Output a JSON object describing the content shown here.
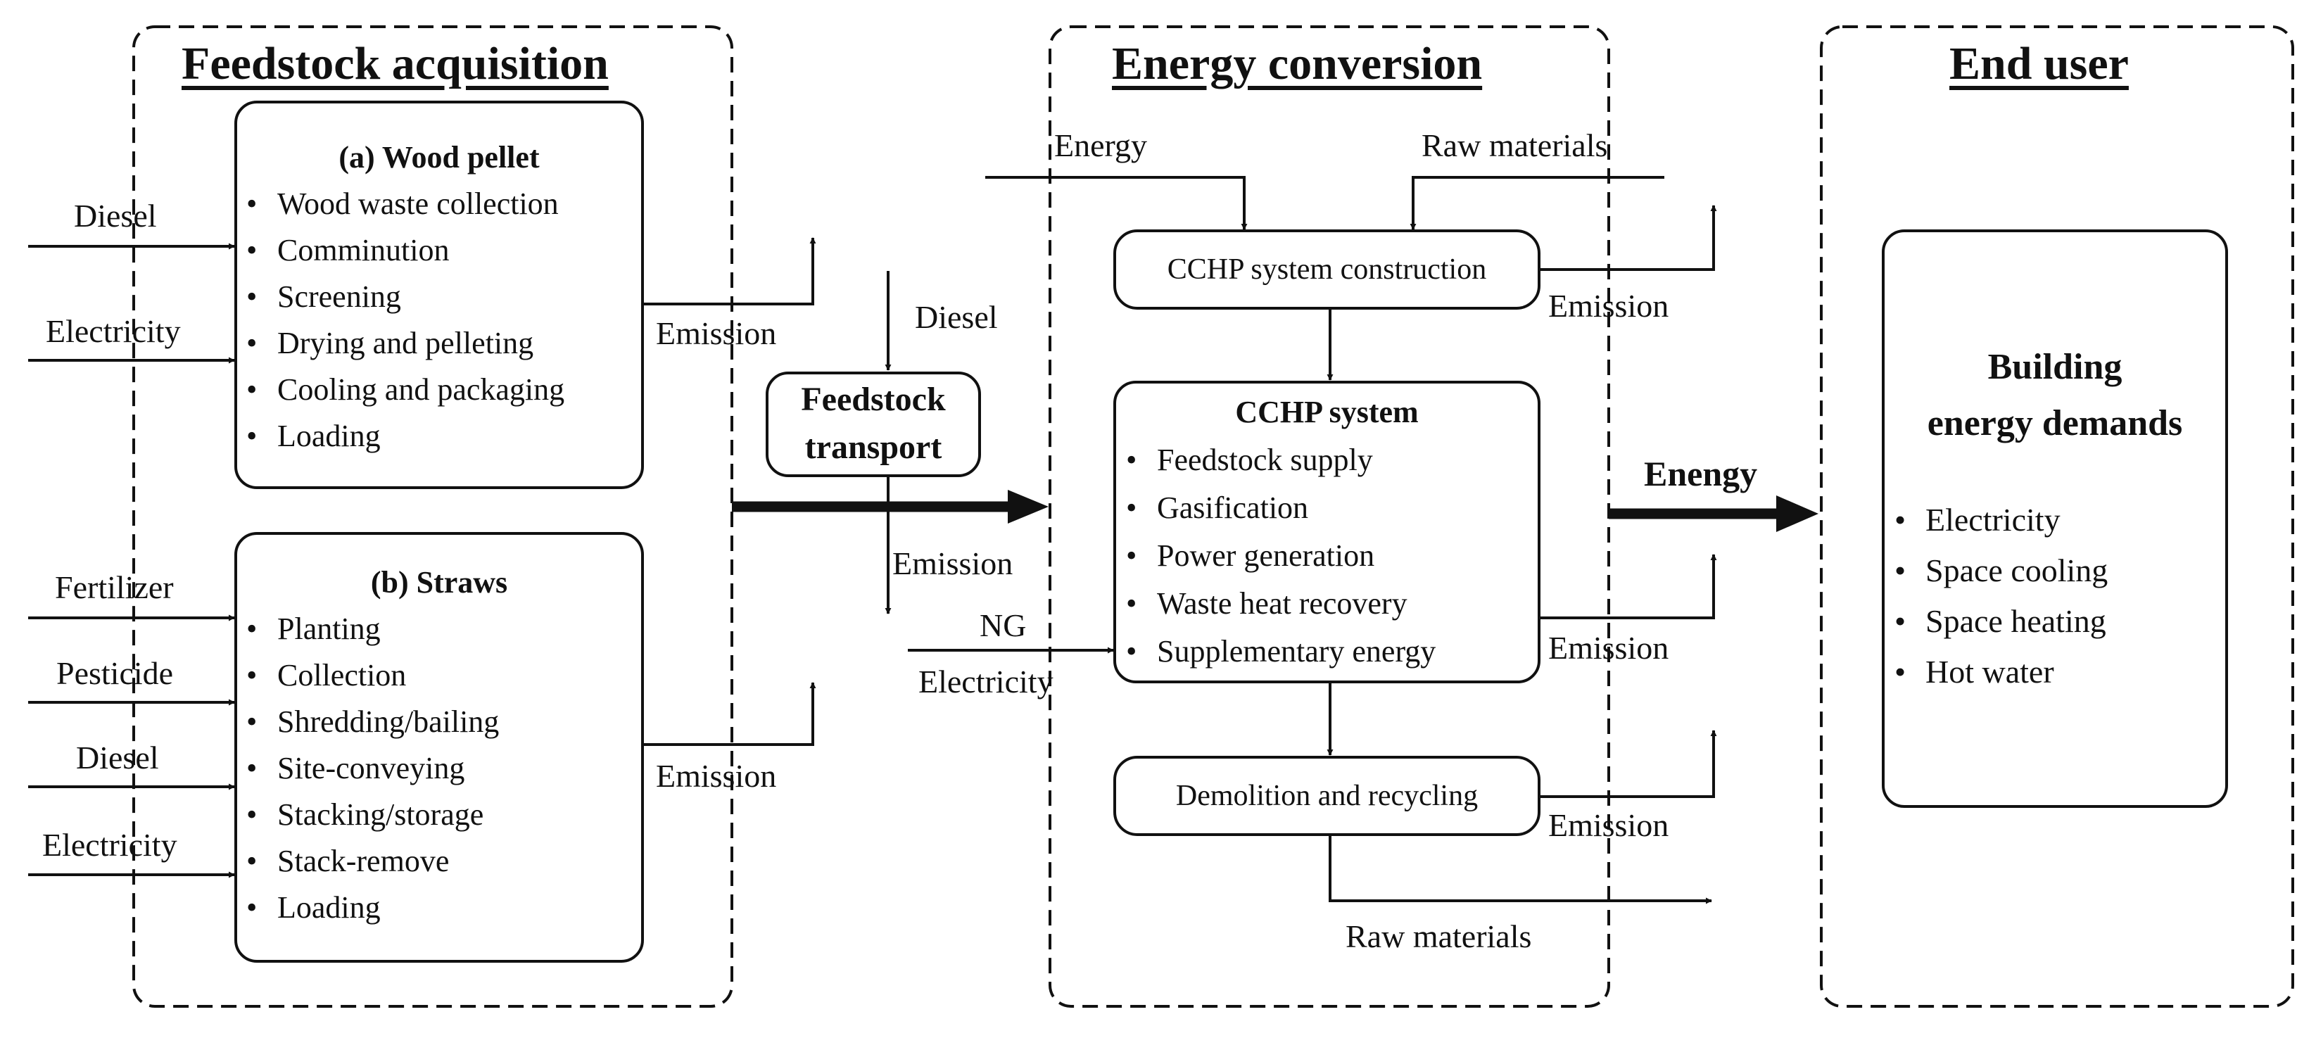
{
  "sections": {
    "feedstock": "Feedstock acquisition",
    "conversion": "Energy conversion",
    "end_user": "End user"
  },
  "wood": {
    "title": "(a) Wood pellet",
    "items": [
      "Wood waste collection",
      "Comminution",
      "Screening",
      "Drying and pelleting",
      "Cooling and packaging",
      "Loading"
    ],
    "inputs": [
      "Diesel",
      "Electricity"
    ],
    "emission": "Emission"
  },
  "straws": {
    "title": "(b) Straws",
    "items": [
      "Planting",
      "Collection",
      "Shredding/bailing",
      "Site-conveying",
      "Stacking/storage",
      "Stack-remove",
      "Loading"
    ],
    "inputs": [
      "Fertilizer",
      "Pesticide",
      "Diesel",
      "Electricity"
    ],
    "emission": "Emission"
  },
  "transport": {
    "line1": "Feedstock",
    "line2": "transport",
    "input": "Diesel",
    "emission": "Emission"
  },
  "construction": {
    "label": "CCHP system construction",
    "energy_in": "Energy",
    "raw_in": "Raw materials",
    "emission": "Emission"
  },
  "cchp": {
    "title": "CCHP system",
    "items": [
      "Feedstock supply",
      "Gasification",
      "Power generation",
      "Waste heat recovery",
      "Supplementary energy"
    ],
    "inputs": [
      "NG",
      "Electricity"
    ],
    "emission": "Emission",
    "output": "Enengy"
  },
  "demolition": {
    "label": "Demolition and recycling",
    "emission": "Emission",
    "raw_out": "Raw materials"
  },
  "building": {
    "line1": "Building",
    "line2": "energy demands",
    "items": [
      "Electricity",
      "Space cooling",
      "Space heating",
      "Hot water"
    ]
  }
}
